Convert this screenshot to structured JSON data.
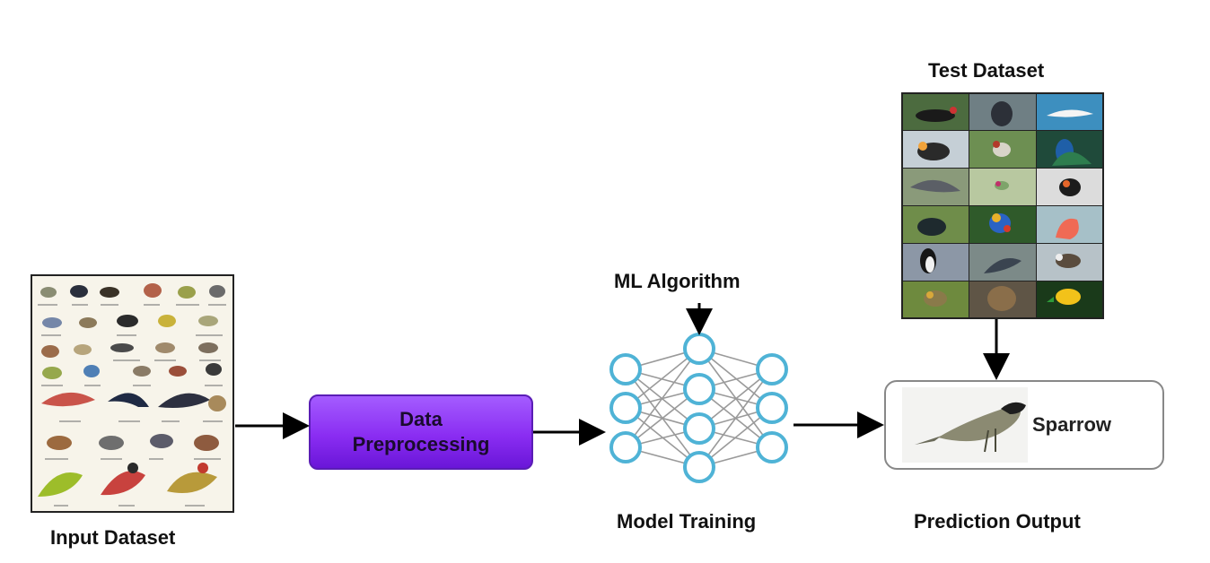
{
  "labels": {
    "test_dataset": "Test Dataset",
    "ml_algorithm": "ML Algorithm",
    "input_dataset": "Input Dataset",
    "model_training": "Model Training",
    "prediction_output": "Prediction Output"
  },
  "preprocessing": {
    "line1": "Data",
    "line2": "Preprocessing"
  },
  "prediction": {
    "result": "Sparrow"
  },
  "colors": {
    "node_stroke": "#4fb3d6",
    "edge": "#9a9a9a",
    "preprocessing_fill": "#8a2df2",
    "arrow": "#000000"
  },
  "network": {
    "layers": [
      3,
      4,
      3
    ]
  }
}
